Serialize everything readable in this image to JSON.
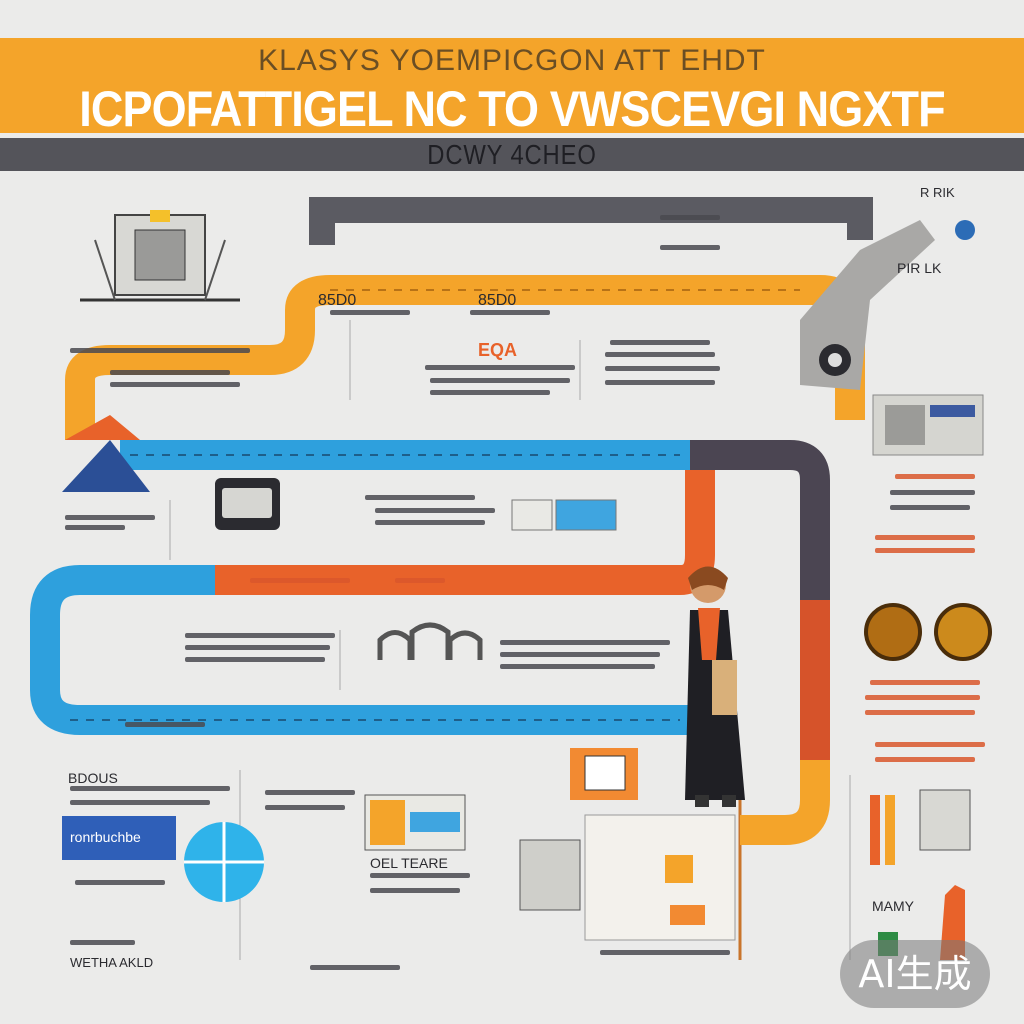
{
  "header": {
    "title_top": "KLASYS YOEMPICGON ATT   EHDT",
    "title_main": "ICPOFATTIGEL NC TO VWSCEVGI NGXTF",
    "subtitle": "DCWY 4CHEO"
  },
  "labels": {
    "orange_left": "85D0",
    "orange_mid": "85D0",
    "center_num": "EQA",
    "right_top": "R RIK",
    "right_top2": "PIR  LK",
    "lower_left": "BDOUS",
    "lower_left_box": "ronrbuchbe",
    "bottom_left": "WETHA  AKLD",
    "bottom_mid": "OEL  TEARE",
    "bottom_right": "MAMY"
  },
  "watermark": {
    "text": "AI生成"
  },
  "colors": {
    "orange": "#f4a42a",
    "blue": "#2ea0dd",
    "red_orange": "#e8622a",
    "dark_grey": "#54545a",
    "purple_grey": "#4b4552"
  }
}
